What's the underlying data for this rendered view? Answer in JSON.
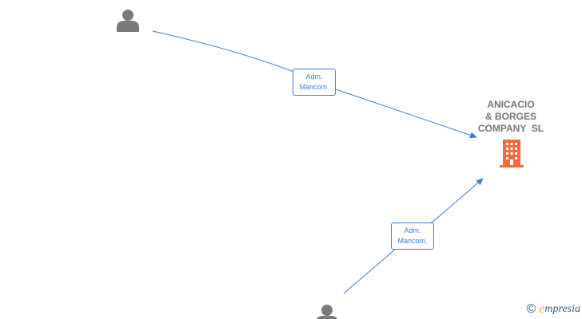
{
  "colors": {
    "edge": "#3a7fd0",
    "person": "#7a7a7a",
    "company": "#f26a3d",
    "company_text": "#757575",
    "brand_blue": "#2f5f8f",
    "brand_orange": "#f5a623"
  },
  "nodes": {
    "persons": [
      {
        "icon": "person-icon",
        "name": ""
      },
      {
        "icon": "person-icon",
        "name": ""
      }
    ],
    "company": {
      "icon": "building-icon",
      "name_lines": [
        "ANICACIO",
        "& BORGES",
        "COMPANY  SL"
      ]
    }
  },
  "edges": [
    {
      "from": "person-1",
      "to": "company",
      "label_lines": [
        "Adm.",
        "Mancom."
      ]
    },
    {
      "from": "person-2",
      "to": "company",
      "label_lines": [
        "Adm.",
        "Mancom."
      ]
    }
  ],
  "watermark": {
    "copyright_symbol": "©",
    "brand_initial": "e",
    "brand_rest": "mpresia"
  }
}
